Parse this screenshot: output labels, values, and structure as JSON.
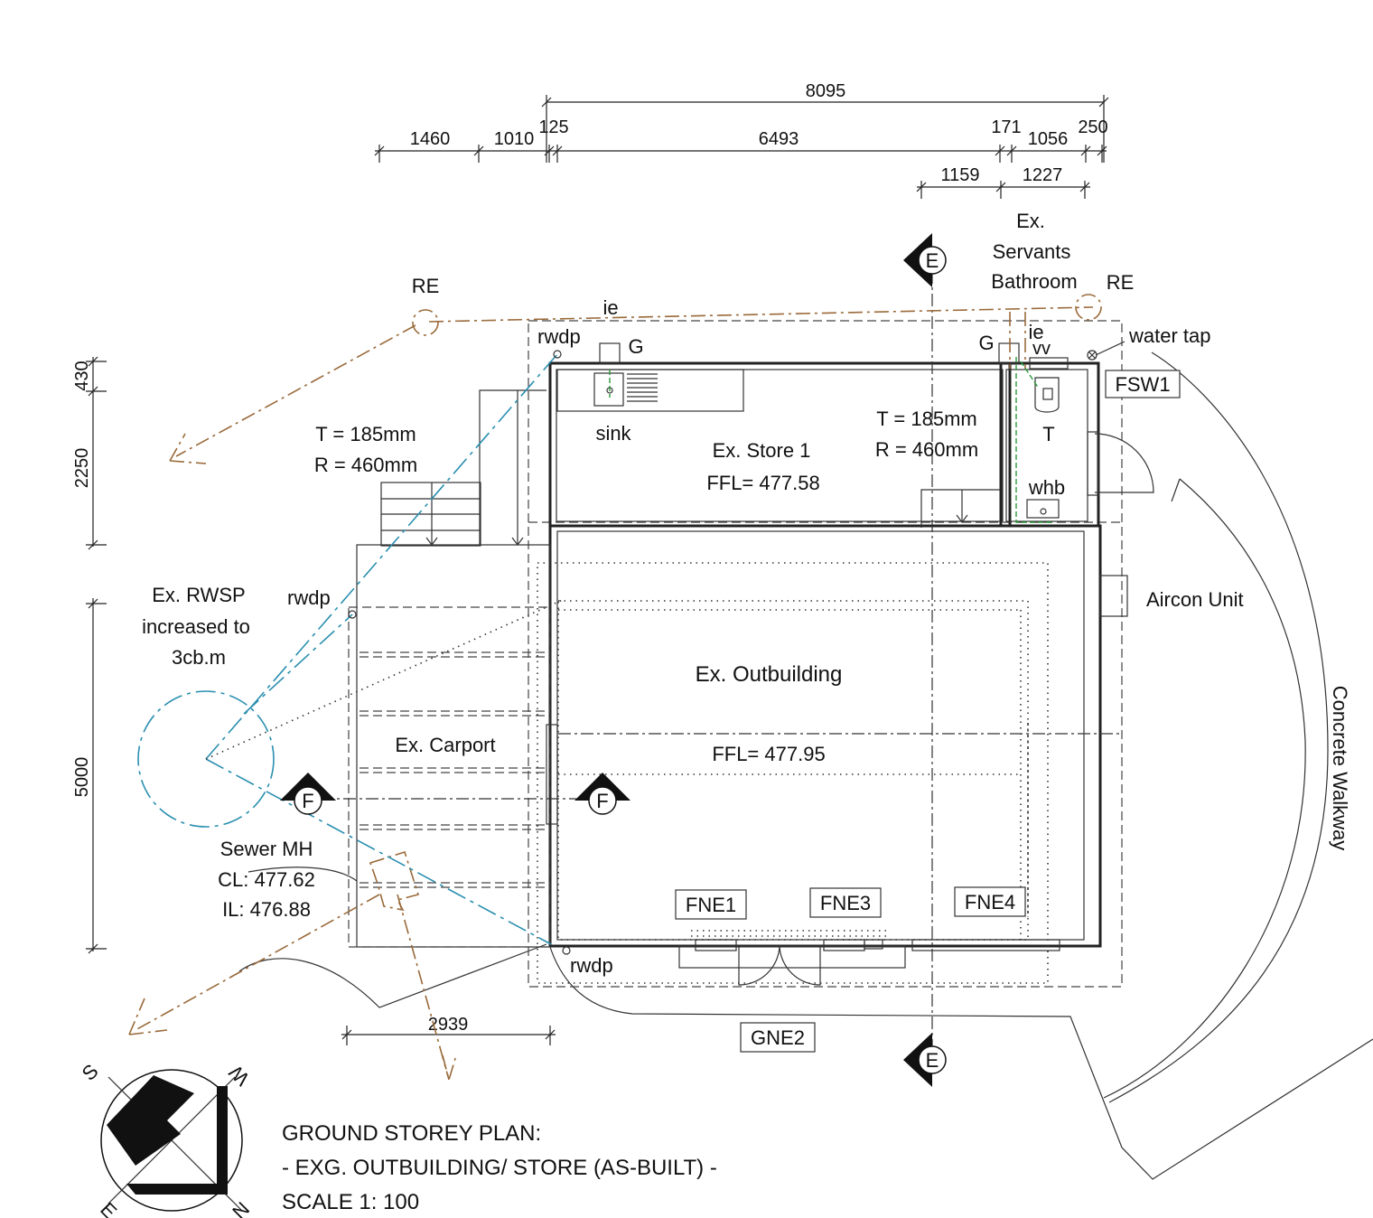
{
  "dimensions": {
    "overall": "8095",
    "segments": [
      "1460",
      "1010",
      "125",
      "6493",
      "171",
      "1056",
      "250"
    ],
    "sub": [
      "1159",
      "1227"
    ],
    "left": [
      "430",
      "2250",
      "5000"
    ],
    "bottom": "2939"
  },
  "rooms": {
    "store_name": "Ex. Store 1",
    "store_ffl": "FFL= 477.58",
    "outbuilding_name": "Ex. Outbuilding",
    "outbuilding_ffl": "FFL= 477.95",
    "carport_name": "Ex. Carport",
    "bathroom_lines": [
      "Ex.",
      "Servants",
      "Bathroom"
    ]
  },
  "stairs": {
    "left_t": "T = 185mm",
    "left_r": "R = 460mm",
    "right_t": "T = 185mm",
    "right_r": "R = 460mm"
  },
  "fixtures": {
    "sink": "sink",
    "toilet": "T",
    "whb": "whb",
    "vv": "vv",
    "ie_left": "ie",
    "ie_right": "ie",
    "g_left": "G",
    "g_right": "G",
    "water_tap": "water tap",
    "aircon": "Aircon Unit",
    "walkway": "Concrete Walkway"
  },
  "services": {
    "re_left": "RE",
    "re_right": "RE",
    "rwdp_top": "rwdp",
    "rwdp_mid": "rwdp",
    "rwdp_bottom": "rwdp",
    "rwsp_lines": [
      "Ex. RWSP",
      "increased to",
      "3cb.m"
    ],
    "sewer_lines": [
      "Sewer MH",
      "CL: 477.62",
      "IL: 476.88"
    ]
  },
  "tags": {
    "fsw1": "FSW1",
    "fne1": "FNE1",
    "fne3": "FNE3",
    "fne4": "FNE4",
    "gne2": "GNE2"
  },
  "sections": {
    "e_top": "E",
    "e_bottom": "E",
    "f_left": "F",
    "f_right": "F"
  },
  "compass": {
    "s": "S",
    "w": "W",
    "e": "E",
    "n": "N"
  },
  "title": {
    "line1": "GROUND STOREY PLAN:",
    "line2": "- EXG. OUTBUILDING/ STORE (AS-BUILT) -",
    "line3": "SCALE 1: 100"
  }
}
